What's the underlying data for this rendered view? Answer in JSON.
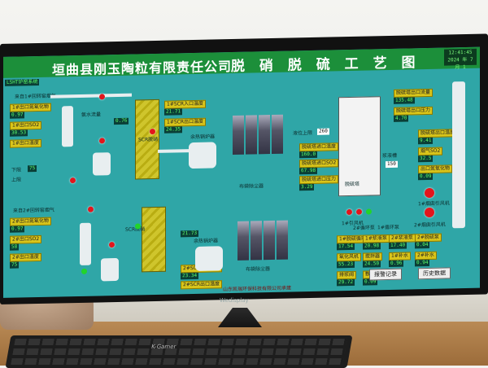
{
  "header": {
    "company": "垣曲县刚玉陶粒有限责任公司",
    "process_title": "脱 硝 脱 硫 工 艺 图",
    "clock_time": "12:41:45",
    "clock_date": "2024 年 7 月 1"
  },
  "left_top": {
    "cap": "LSHT炉窑系统",
    "sub": "来自1#回转窑烟气",
    "tags": [
      "1#出口氮氧化物",
      "1#出口SO2",
      "1#出口温度"
    ],
    "values": [
      "0.97",
      "30.53",
      "75"
    ],
    "small": [
      "下限",
      "上限"
    ]
  },
  "left_bottom": {
    "sub": "来自2#回转窑烟气",
    "tags": [
      "2#出口氮氧化物",
      "2#出口SO2",
      "2#出口温度"
    ],
    "values": [
      "0.97",
      "58",
      "75"
    ]
  },
  "scr_top": {
    "label": "SCR脱硝",
    "tags": [
      "1#SCR入口温度",
      "1#SCR出口温度"
    ],
    "values": [
      "21.71",
      "24.35"
    ],
    "ammonia": "氨水流量",
    "ammonia_val": "0.76"
  },
  "scr_bottom": {
    "label": "SCR脱硝",
    "tags": [
      "2#SCR入口温度",
      "2#SCR出口温度"
    ],
    "values": [
      "23.34",
      "21.73"
    ]
  },
  "boiler": {
    "top": "余热锅炉器",
    "bottom": "余热锅炉器"
  },
  "bag": {
    "top": "布袋除尘器",
    "bottom": "布袋除尘器"
  },
  "mid": {
    "level_label": "液位上限",
    "level_val": "260",
    "tags": [
      "脱硫塔进口温度",
      "脱硫塔进口SO2",
      "脱硫塔进口压力"
    ],
    "values": [
      "160.0",
      "67.98",
      "3.29"
    ],
    "tank": "浆液槽",
    "tank_val": "150",
    "tower_label": "脱硫塔",
    "fan_label": "1#引风机"
  },
  "right": {
    "tags": [
      "脱硫塔出口流量",
      "脱硫塔出口压力",
      "脱硫塔出口温度",
      "烟气SO2",
      "出口氮氧化物"
    ],
    "values": [
      "135.48",
      "4.70",
      "9.41",
      "32.5",
      "0.09"
    ],
    "fan1": "1#烟囱引风机",
    "fan2": "2#烟囱引风机",
    "pump": "1#循环泵",
    "pump2": "2#循环泵"
  },
  "bottom_metrics": {
    "labels": [
      "1#脱硫循环泵",
      "1#浆液泵",
      "2#浆液泵",
      "2#脱硫泵",
      "氧化风机",
      "搅拌器",
      "1#补水",
      "2#补水",
      "排浆阀",
      "数据"
    ],
    "values": [
      "17.54",
      "20.98",
      "17.40",
      "0.04",
      "55.23",
      "24.50",
      "0.96",
      "0.94",
      "29.72",
      "0.09"
    ]
  },
  "footer": {
    "maker": "山东凯瑞环保科技有限公司承建",
    "alarm_button": "报警记录",
    "history_button": "历史数据"
  },
  "monitor": {
    "brand": "Wedisplay"
  },
  "keyboard": {
    "brand": "K-Gamer"
  }
}
